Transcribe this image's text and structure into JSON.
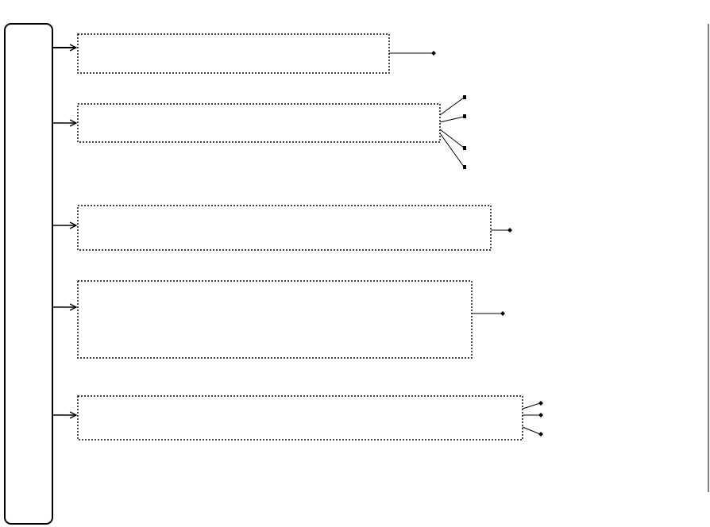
{
  "diagram": {
    "root_label": "",
    "boxes": [
      {
        "label": "",
        "branch_count": 1
      },
      {
        "label": "",
        "branch_count": 4
      },
      {
        "label": "",
        "branch_count": 1
      },
      {
        "label": "",
        "branch_count": 1
      },
      {
        "label": "",
        "branch_count": 3
      }
    ],
    "colors": {
      "stroke": "#000000",
      "background": "#ffffff"
    }
  }
}
